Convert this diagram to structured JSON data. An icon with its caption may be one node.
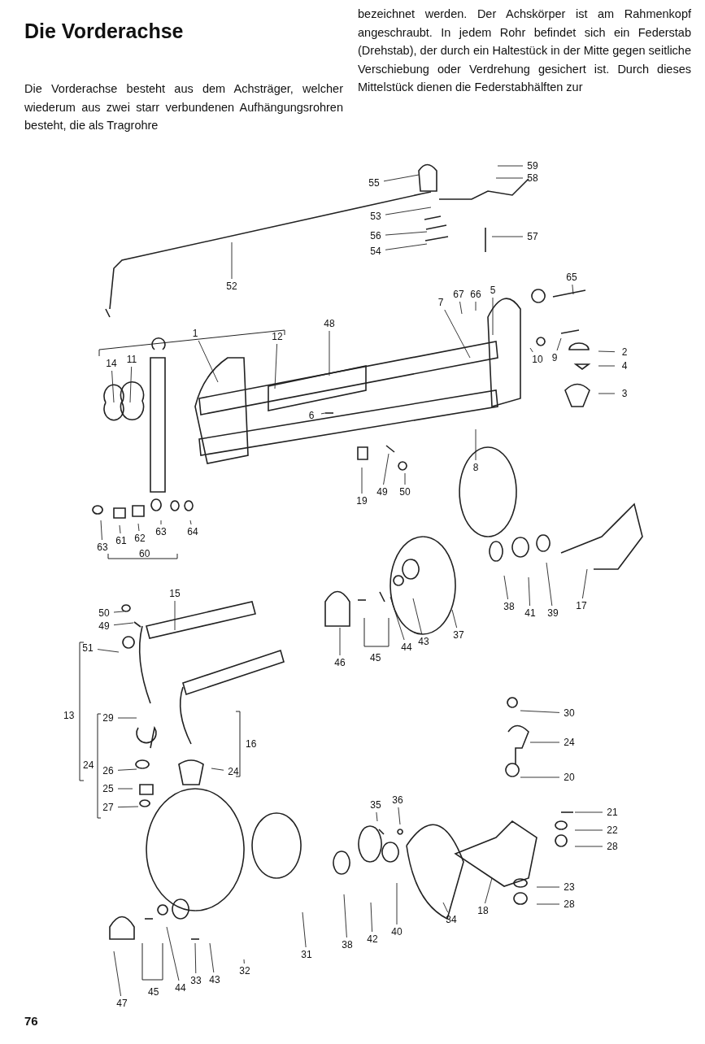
{
  "diagram": {
    "title": "Die Vorderachse",
    "nodes": [
      {
        "text": [
          "59"
        ]
      },
      {
        "text": [
          "58"
        ]
      },
      {
        "text": [
          "55"
        ]
      },
      {
        "text": [
          "53"
        ]
      },
      {
        "text": [
          "56"
        ]
      },
      {
        "text": [
          "57"
        ]
      },
      {
        "text": [
          "54"
        ]
      },
      {
        "text": [
          "52"
        ]
      },
      {
        "text": [
          "65"
        ]
      },
      {
        "text": [
          "67"
        ]
      },
      {
        "text": [
          "66"
        ]
      },
      {
        "text": [
          "5"
        ]
      },
      {
        "text": [
          "7"
        ]
      },
      {
        "text": [
          "48"
        ]
      },
      {
        "text": [
          "1"
        ]
      },
      {
        "text": [
          "12"
        ]
      },
      {
        "text": [
          "14"
        ]
      },
      {
        "text": [
          "11"
        ]
      },
      {
        "text": [
          "10"
        ]
      },
      {
        "text": [
          "9"
        ]
      },
      {
        "text": [
          "2"
        ]
      },
      {
        "text": [
          "4"
        ]
      },
      {
        "text": [
          "3"
        ]
      },
      {
        "text": [
          "6"
        ]
      },
      {
        "text": [
          "8"
        ]
      },
      {
        "text": [
          "19"
        ]
      },
      {
        "text": [
          "49"
        ]
      },
      {
        "text": [
          "50"
        ]
      },
      {
        "text": [
          "63"
        ]
      },
      {
        "text": [
          "61"
        ]
      },
      {
        "text": [
          "62"
        ]
      },
      {
        "text": [
          "63"
        ]
      },
      {
        "text": [
          "64"
        ]
      },
      {
        "text": [
          "15"
        ]
      },
      {
        "text": [
          "50"
        ]
      },
      {
        "text": [
          "49"
        ]
      },
      {
        "text": [
          "51"
        ]
      },
      {
        "text": [
          "29"
        ]
      },
      {
        "text": [
          "26"
        ]
      },
      {
        "text": [
          "25"
        ]
      },
      {
        "text": [
          "27"
        ]
      },
      {
        "text": [
          "24"
        ]
      },
      {
        "text": [
          "46"
        ]
      },
      {
        "text": [
          "44"
        ]
      },
      {
        "text": [
          "43"
        ]
      },
      {
        "text": [
          "37"
        ]
      },
      {
        "text": [
          "38"
        ]
      },
      {
        "text": [
          "41"
        ]
      },
      {
        "text": [
          "39"
        ]
      },
      {
        "text": [
          "17"
        ]
      },
      {
        "text": [
          "30"
        ]
      },
      {
        "text": [
          "24"
        ]
      },
      {
        "text": [
          "20"
        ]
      },
      {
        "text": [
          "35"
        ]
      },
      {
        "text": [
          "36"
        ]
      },
      {
        "text": [
          "21"
        ]
      },
      {
        "text": [
          "22"
        ]
      },
      {
        "text": [
          "28"
        ]
      },
      {
        "text": [
          "23"
        ]
      },
      {
        "text": [
          "28"
        ]
      },
      {
        "text": [
          "34"
        ]
      },
      {
        "text": [
          "18"
        ]
      },
      {
        "text": [
          "38"
        ]
      },
      {
        "text": [
          "42"
        ]
      },
      {
        "text": [
          "40"
        ]
      },
      {
        "text": [
          "31"
        ]
      },
      {
        "text": [
          "32"
        ]
      },
      {
        "text": [
          "43"
        ]
      },
      {
        "text": [
          "33"
        ]
      },
      {
        "text": [
          "44"
        ]
      },
      {
        "text": [
          "47"
        ]
      }
    ],
    "edges": [
      {
        "from": 0,
        "to": null,
        "arrow": "none"
      },
      {
        "from": 1,
        "to": null,
        "arrow": "none"
      },
      {
        "from": 2,
        "to": null,
        "arrow": "none"
      },
      {
        "from": 3,
        "to": null,
        "arrow": "none"
      },
      {
        "from": 4,
        "to": null,
        "arrow": "none"
      },
      {
        "from": 5,
        "to": null,
        "arrow": "none"
      },
      {
        "from": 6,
        "to": null,
        "arrow": "none"
      },
      {
        "from": 7,
        "to": null,
        "arrow": "none"
      },
      {
        "from": 8,
        "to": null,
        "arrow": "none"
      },
      {
        "from": 9,
        "to": null,
        "arrow": "none"
      },
      {
        "from": 10,
        "to": null,
        "arrow": "none"
      },
      {
        "from": 11,
        "to": null,
        "arrow": "none"
      },
      {
        "from": 12,
        "to": null,
        "arrow": "none"
      },
      {
        "from": 13,
        "to": null,
        "arrow": "none"
      },
      {
        "from": 14,
        "to": null,
        "arrow": "none"
      },
      {
        "from": 15,
        "to": null,
        "arrow": "none"
      },
      {
        "from": 16,
        "to": null,
        "arrow": "none"
      },
      {
        "from": 17,
        "to": null,
        "arrow": "none"
      },
      {
        "from": 18,
        "to": null,
        "arrow": "none"
      },
      {
        "from": 19,
        "to": null,
        "arrow": "none"
      },
      {
        "from": 20,
        "to": null,
        "arrow": "none"
      },
      {
        "from": 21,
        "to": null,
        "arrow": "none"
      },
      {
        "from": 22,
        "to": null,
        "arrow": "none"
      },
      {
        "from": 23,
        "to": null,
        "arrow": "none"
      },
      {
        "from": 24,
        "to": null,
        "arrow": "none"
      },
      {
        "from": 25,
        "to": null,
        "arrow": "none"
      },
      {
        "from": 26,
        "to": null,
        "arrow": "none"
      },
      {
        "from": 27,
        "to": null,
        "arrow": "none"
      },
      {
        "from": 28,
        "to": null,
        "arrow": "none"
      },
      {
        "from": 29,
        "to": null,
        "arrow": "none"
      },
      {
        "from": 30,
        "to": null,
        "arrow": "none"
      },
      {
        "from": 31,
        "to": null,
        "arrow": "none"
      },
      {
        "from": 32,
        "to": null,
        "arrow": "none"
      },
      {
        "from": 33,
        "to": null,
        "arrow": "none"
      },
      {
        "from": 34,
        "to": null,
        "arrow": "none"
      },
      {
        "from": 35,
        "to": null,
        "arrow": "none"
      },
      {
        "from": 36,
        "to": null,
        "arrow": "none"
      },
      {
        "from": 37,
        "to": null,
        "arrow": "none"
      },
      {
        "from": 38,
        "to": null,
        "arrow": "none"
      },
      {
        "from": 39,
        "to": null,
        "arrow": "none"
      },
      {
        "from": 40,
        "to": null,
        "arrow": "none"
      },
      {
        "from": 41,
        "to": null,
        "arrow": "none"
      },
      {
        "from": 42,
        "to": null,
        "arrow": "none"
      },
      {
        "from": 43,
        "to": null,
        "arrow": "none"
      },
      {
        "from": 44,
        "to": null,
        "arrow": "none"
      },
      {
        "from": 45,
        "to": null,
        "arrow": "none"
      },
      {
        "from": 46,
        "to": null,
        "arrow": "none"
      },
      {
        "from": 47,
        "to": null,
        "arrow": "none"
      },
      {
        "from": 48,
        "to": null,
        "arrow": "none"
      },
      {
        "from": 49,
        "to": null,
        "arrow": "none"
      },
      {
        "from": 50,
        "to": null,
        "arrow": "none"
      },
      {
        "from": 51,
        "to": null,
        "arrow": "none"
      },
      {
        "from": 52,
        "to": null,
        "arrow": "none"
      },
      {
        "from": 53,
        "to": null,
        "arrow": "none"
      },
      {
        "from": 54,
        "to": null,
        "arrow": "none"
      },
      {
        "from": 55,
        "to": null,
        "arrow": "none"
      },
      {
        "from": 56,
        "to": null,
        "arrow": "none"
      },
      {
        "from": 57,
        "to": null,
        "arrow": "none"
      },
      {
        "from": 58,
        "to": null,
        "arrow": "none"
      },
      {
        "from": 59,
        "to": null,
        "arrow": "none"
      },
      {
        "from": 60,
        "to": null,
        "arrow": "none"
      },
      {
        "from": 61,
        "to": null,
        "arrow": "none"
      },
      {
        "from": 62,
        "to": null,
        "arrow": "none"
      },
      {
        "from": 63,
        "to": null,
        "arrow": "none"
      },
      {
        "from": 64,
        "to": null,
        "arrow": "none"
      },
      {
        "from": 65,
        "to": null,
        "arrow": "none"
      },
      {
        "from": 66,
        "to": null,
        "arrow": "none"
      },
      {
        "from": 67,
        "to": null,
        "arrow": "none"
      },
      {
        "from": 68,
        "to": null,
        "arrow": "none"
      },
      {
        "from": 69,
        "to": null,
        "arrow": "none"
      },
      {
        "from": 70,
        "to": null,
        "arrow": "none"
      }
    ],
    "labels": [
      "Die Vorderachse besteht aus dem Achsträger, welcher wiederum aus zwei starr verbundenen Aufhängungsrohren besteht, die als Tragrohre",
      "bezeichnet werden. Der Achskörper ist am Rahmenkopf angeschraubt. In jedem Rohr befindet sich ein Federstab (Drehstab), der durch ein Haltestück in der Mitte gegen seitliche Verschiebung oder Verdrehung gesichert ist. Durch dieses Mittelstück dienen die Federstabhälften zur",
      "60",
      "45",
      "13",
      "16",
      "24",
      "45",
      "76"
    ]
  }
}
